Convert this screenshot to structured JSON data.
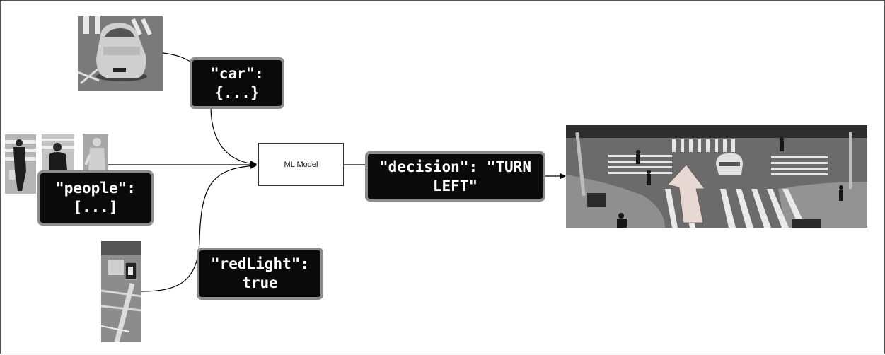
{
  "boxes": {
    "car": "\"car\":\n{...}",
    "people": "\"people\":\n[...]",
    "redlight": "\"redLight\":\ntrue",
    "decision": "\"decision\": \"TURN\nLEFT\""
  },
  "model": {
    "label": "ML Model"
  },
  "colors": {
    "box_fill": "#0a0a0a",
    "box_border": "#8c8c8c",
    "box_text": "#ffffff",
    "arrow_overlay": "#e8d8d4"
  }
}
